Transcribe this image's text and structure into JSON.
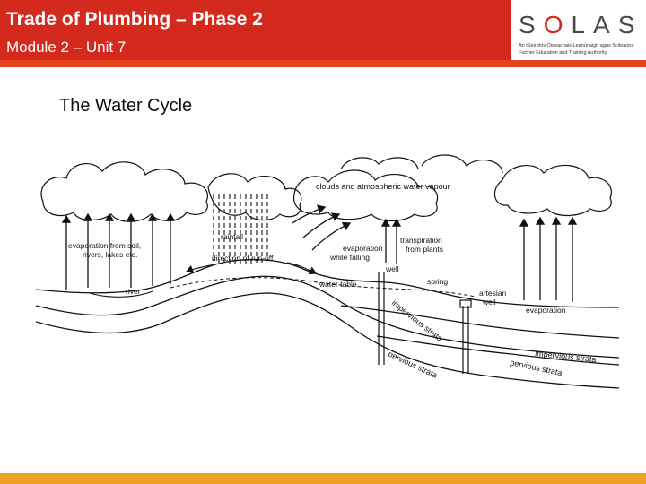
{
  "header": {
    "title": "Trade of Plumbing – Phase 2",
    "subtitle": "Module 2 – Unit 7"
  },
  "logo": {
    "wordmark_left": "S",
    "wordmark_o": "O",
    "wordmark_right": "LAS",
    "tagline_1": "An tSeirbhís Oideachais Leanúnaigh agus Scileanna",
    "tagline_2": "Further Education and Training Authority"
  },
  "slide": {
    "title": "The Water Cycle"
  },
  "diagram": {
    "labels": {
      "clouds": "clouds and atmospheric water vapour",
      "evap_soil_1": "evaporation from soil,",
      "evap_soil_2": "rivers, lakes etc.",
      "rainfall": "rainfall",
      "runoff": "direction of run-off",
      "evap_falling_1": "evaporation",
      "evap_falling_2": "while falling",
      "transpiration_1": "transpiration",
      "transpiration_2": "from plants",
      "well": "well",
      "water_table": "water table",
      "spring": "spring",
      "river": "river",
      "artesian_1": "artesian",
      "artesian_2": "well",
      "evaporation": "evaporation",
      "impervious_left": "impervious strata",
      "pervious_left": "pervious strata",
      "impervious_right": "impervious strata",
      "pervious_right": "pervious strata"
    }
  },
  "colors": {
    "header_red": "#d42a1e",
    "stripe": "#e8431f",
    "bottom_bar": "#f0a020"
  }
}
